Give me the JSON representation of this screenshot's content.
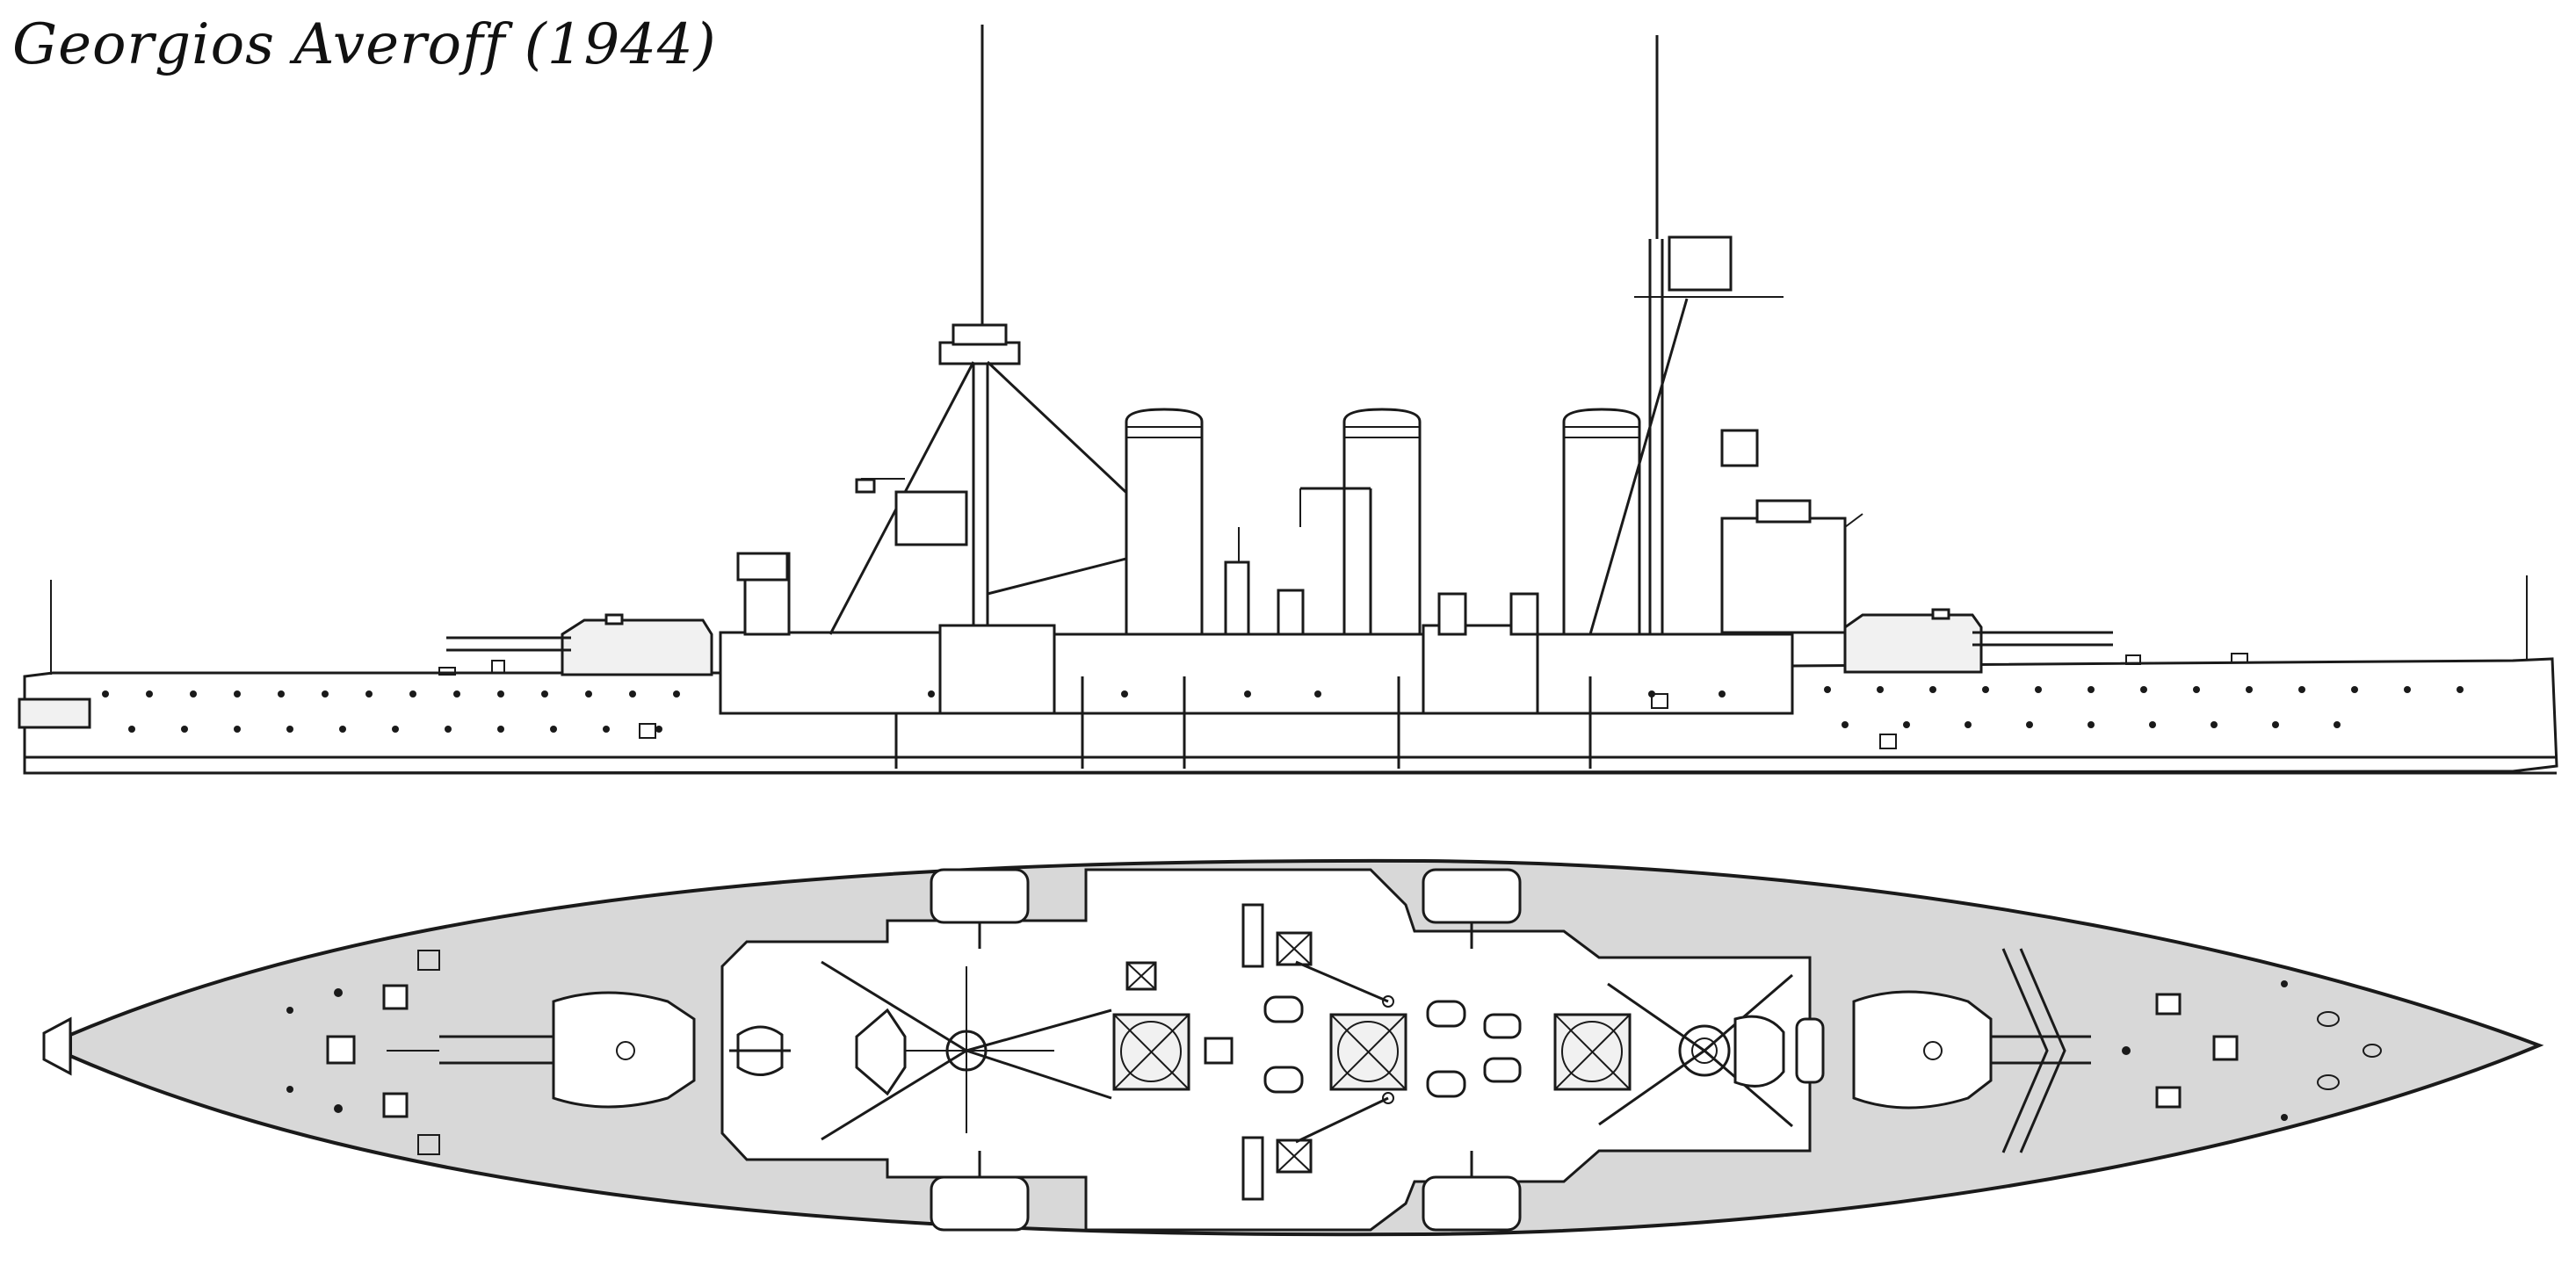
{
  "drawing": {
    "title": "Georgios Averoff (1944)"
  },
  "colors": {
    "line": "#1a1a1a",
    "deck_fill": "#d8d8d8",
    "background": "#ffffff"
  },
  "views": [
    "side-profile",
    "top-plan"
  ]
}
